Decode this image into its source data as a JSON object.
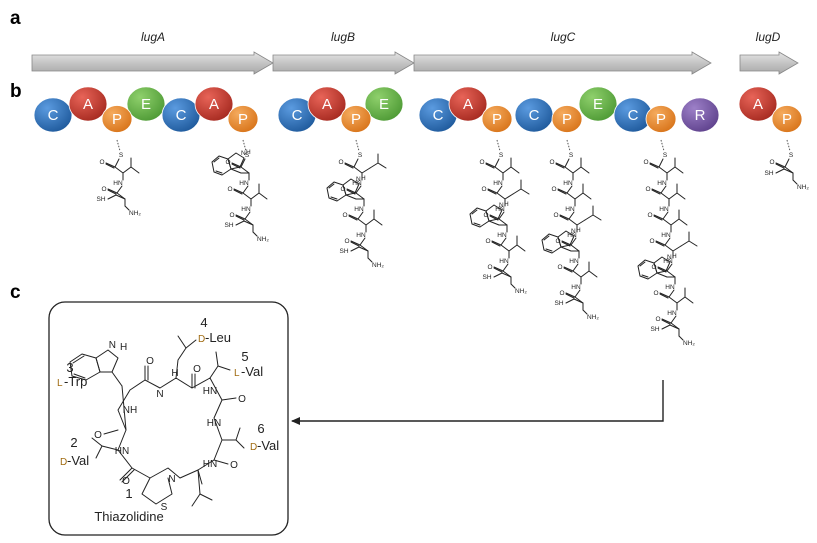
{
  "panels": {
    "a": "a",
    "b": "b",
    "c": "c"
  },
  "genes": [
    {
      "label": "lugA"
    },
    {
      "label": "lugB"
    },
    {
      "label": "lugC"
    },
    {
      "label": "lugD"
    }
  ],
  "module_domains": {
    "lugA": [
      "C",
      "A",
      "P",
      "E",
      "C",
      "A",
      "P"
    ],
    "lugB": [
      "C",
      "A",
      "P",
      "E"
    ],
    "lugC": [
      "C",
      "A",
      "P",
      "C",
      "P",
      "E",
      "C",
      "P",
      "R"
    ],
    "lugD": [
      "A",
      "P"
    ]
  },
  "domain_colors": {
    "C": "#2a6fb5",
    "A": "#c0392b",
    "P": "#e8892a",
    "E": "#6ab04c",
    "R": "#7b5aa6"
  },
  "atoms": {
    "S": "S",
    "HN": "HN",
    "NH": "NH",
    "NH2": "NH₂",
    "SH": "SH",
    "O": "O",
    "H": "H",
    "N": "N"
  },
  "product": {
    "residues": [
      {
        "num": "1",
        "prefix": "",
        "name": "Thiazolidine"
      },
      {
        "num": "2",
        "prefix": "D",
        "name": "-Val"
      },
      {
        "num": "3",
        "prefix": "L",
        "name": "-Trp"
      },
      {
        "num": "4",
        "prefix": "D",
        "name": "-Leu"
      },
      {
        "num": "5",
        "prefix": "L",
        "name": "-Val"
      },
      {
        "num": "6",
        "prefix": "D",
        "name": "-Val"
      }
    ]
  }
}
